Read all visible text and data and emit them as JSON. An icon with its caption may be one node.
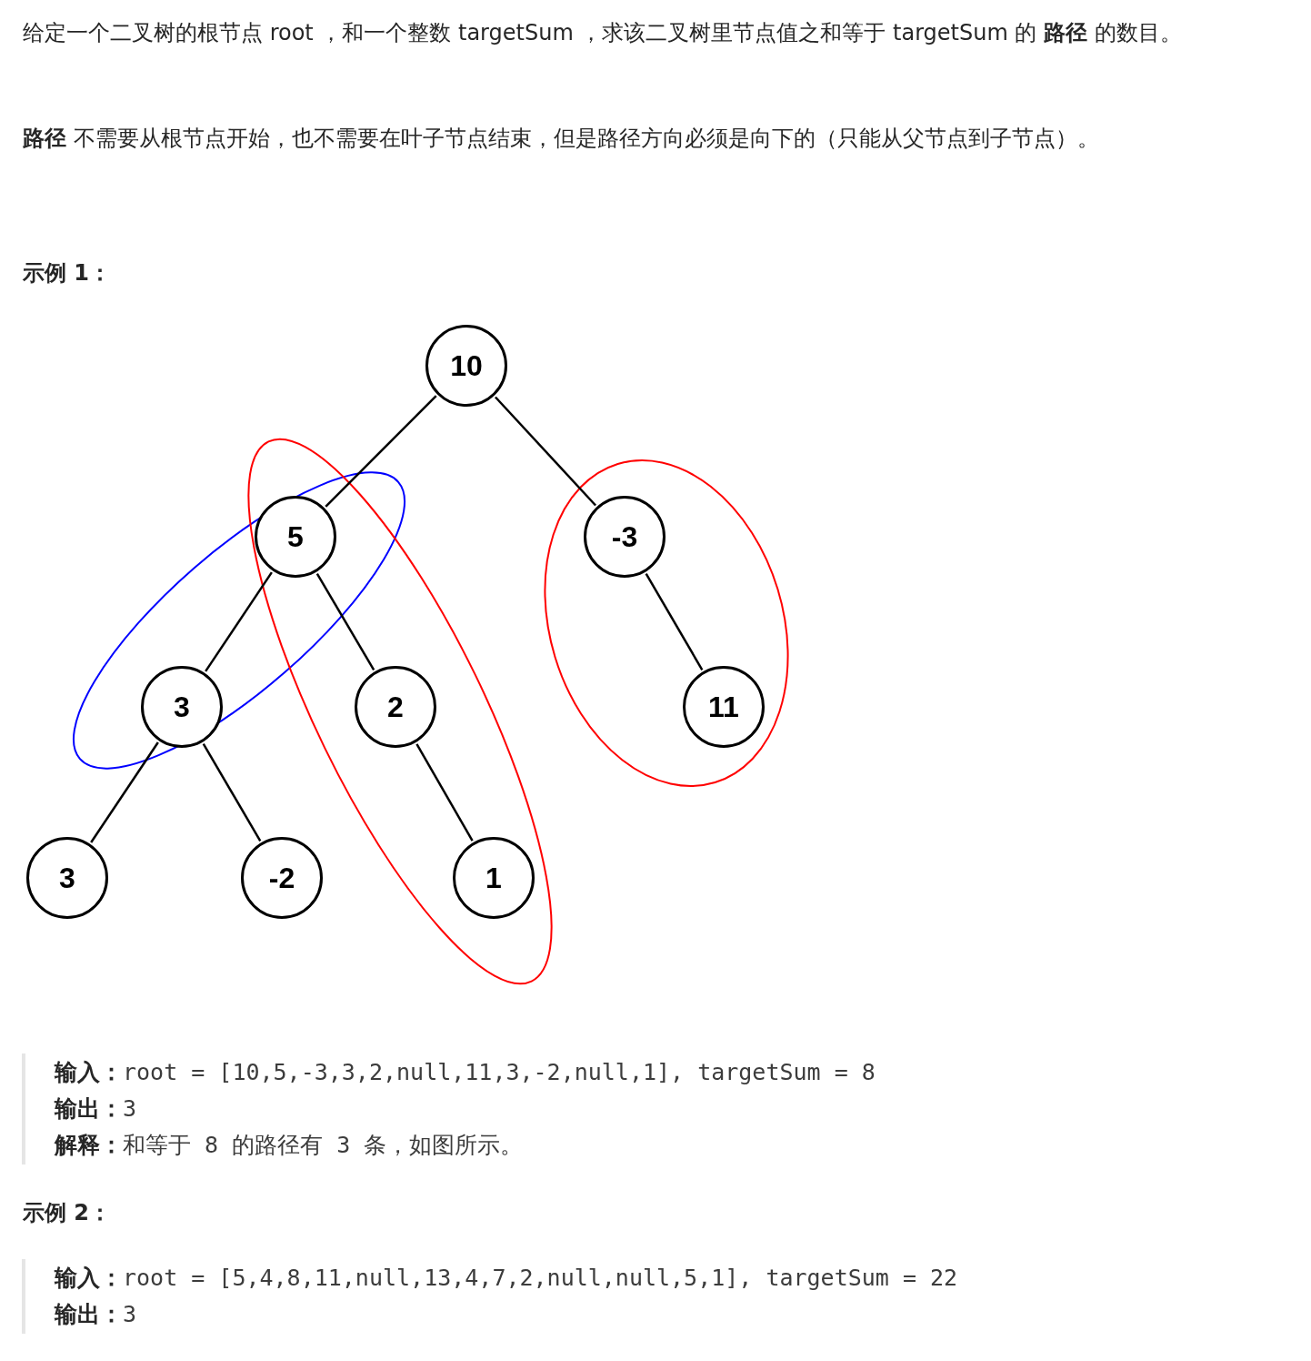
{
  "diagram": {
    "nodes": [
      {
        "text": [
          "10"
        ]
      },
      {
        "text": [
          "5"
        ]
      },
      {
        "text": [
          "-3"
        ]
      },
      {
        "text": [
          "3"
        ]
      },
      {
        "text": [
          "2"
        ]
      },
      {
        "text": [
          "11"
        ]
      },
      {
        "text": [
          "3"
        ]
      },
      {
        "text": [
          "-2"
        ]
      },
      {
        "text": [
          "1"
        ]
      }
    ],
    "edges": [
      {
        "from": 0,
        "to": 1,
        "arrow": "none"
      },
      {
        "from": 0,
        "to": 2,
        "arrow": "none"
      },
      {
        "from": 1,
        "to": 3,
        "arrow": "none"
      },
      {
        "from": 1,
        "to": 4,
        "arrow": "none"
      },
      {
        "from": 2,
        "to": 5,
        "arrow": "none"
      },
      {
        "from": 3,
        "to": 6,
        "arrow": "none"
      },
      {
        "from": 3,
        "to": 7,
        "arrow": "none"
      },
      {
        "from": 4,
        "to": 8,
        "arrow": "none"
      }
    ],
    "labels": [
      "给定一个二叉树的根节点 root ，和一个整数 targetSum ，求该二叉树里节点值之和等于 targetSum 的 **路径** 的数目。",
      "**路径** 不需要从根节点开始，也不需要在叶子节点结束，但是路径方向必须是向下的（只能从父节点到子节点）。",
      "示例 1：",
      "**输入：**root = [10,5,-3,3,2,null,11,3,-2,null,1], targetSum = 8",
      "**输出：**3",
      "**解释：**和等于 8 的路径有 3 条，如图所示。",
      "示例 2：",
      "**输入：**root = [5,4,8,11,null,13,4,7,2,null,null,5,1], targetSum = 22",
      "**输出：**3"
    ]
  }
}
